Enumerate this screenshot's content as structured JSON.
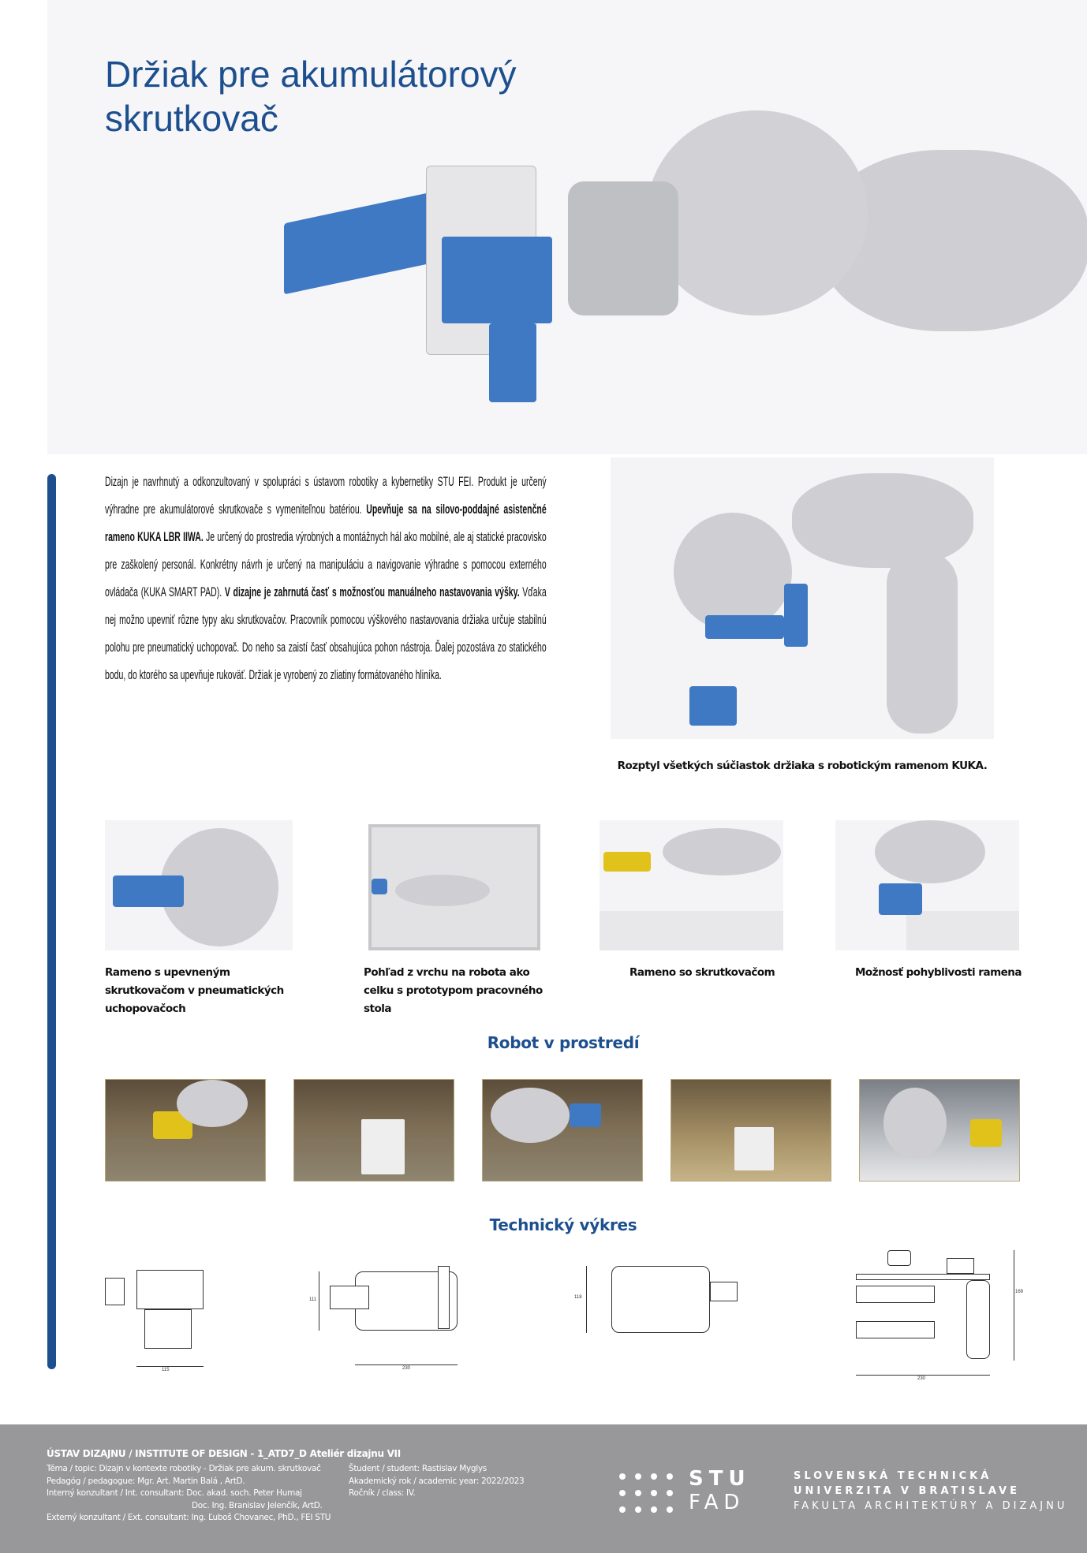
{
  "title": "Držiak pre akumulátorový skrutkovač",
  "body": {
    "p1": "Dizajn je navrhnutý a odkonzultovaný v spolupráci s ústavom robotiky a kybernetiky STU FEI. Produkt je určený výhradne pre akumulátorové skrutkovače s vymeniteľnou batériou. ",
    "b1": "Upevňuje sa na silovo-poddajné asistenčné rameno KUKA LBR IIWA.",
    "p2": " Je určený do prostredia výrobných a montážnych hál ako mobilné, ale aj statické pracovisko pre zaškolený personál. Konkrétny návrh je určený na manipuláciu a navigovanie výhradne s pomocou externého ovládača (KUKA SMART PAD). ",
    "b2": "V dizajne je zahrnutá časť s možnosťou manuálneho nastavovania výšky.",
    "p3": " Vďaka nej možno upevniť rôzne typy aku skrutkovačov. Pracovník pomocou výškového nastavovania držiaka určuje stabilnú polohu pre pneumatický uchopovač. Do neho sa zaistí časť obsahujúca pohon nástroja. Ďalej pozostáva zo statického bodu, do ktorého sa upevňuje rukoväť. Držiak je vyrobený zo zliatiny formátovaného hliníka."
  },
  "exploded_caption": "Rozptyl všetkých súčiastok držiaka s robotickým ramenom KUKA.",
  "views": [
    {
      "caption": "Rameno s upevneným skrutkovačom v pneumatických uchopovačoch"
    },
    {
      "caption": "Pohľad z vrchu na robota ako celku s prototypom pracovného stola"
    },
    {
      "caption": "Rameno so skrutkovačom"
    },
    {
      "caption": "Možnosť pohyblivosti ramena"
    }
  ],
  "environment_heading": "Robot v prostredí",
  "drawing_heading": "Technický výkres",
  "drawings": [
    {
      "dims": [
        "115"
      ]
    },
    {
      "dims": [
        "111",
        "230"
      ]
    },
    {
      "dims": [
        "118"
      ]
    },
    {
      "dims": [
        "169",
        "230"
      ]
    }
  ],
  "footer": {
    "heading": "ÚSTAV DIZAJNU / INSTITUTE OF DESIGN - 1_ATD7_D Ateliér dizajnu VII",
    "left": [
      "Téma / topic: Dizajn v kontexte robotiky - Držiak pre akum. skrutkovač",
      "Pedagóg / pedagogue: Mgr. Art. Martin Balá , ArtD.",
      "Interný konzultant / Int. consultant: Doc. akad. soch. Peter Humaj",
      "Doc. Ing. Branislav Jelenčík, ArtD.",
      "Externý konzultant / Ext. consultant: Ing. Ľuboš Chovanec, PhD., FEI STU"
    ],
    "right": [
      "Študent / student: Rastislav Myglys",
      "Akademický rok / academic year: 2022/2023",
      "Ročník / class: IV."
    ],
    "logo_top": "STU",
    "logo_bottom": "FAD",
    "uni": [
      "SLOVENSKÁ TECHNICKÁ",
      "UNIVERZITA V BRATISLAVE",
      "FAKULTA ARCHITEKTÚRY A DIZAJNU"
    ]
  }
}
